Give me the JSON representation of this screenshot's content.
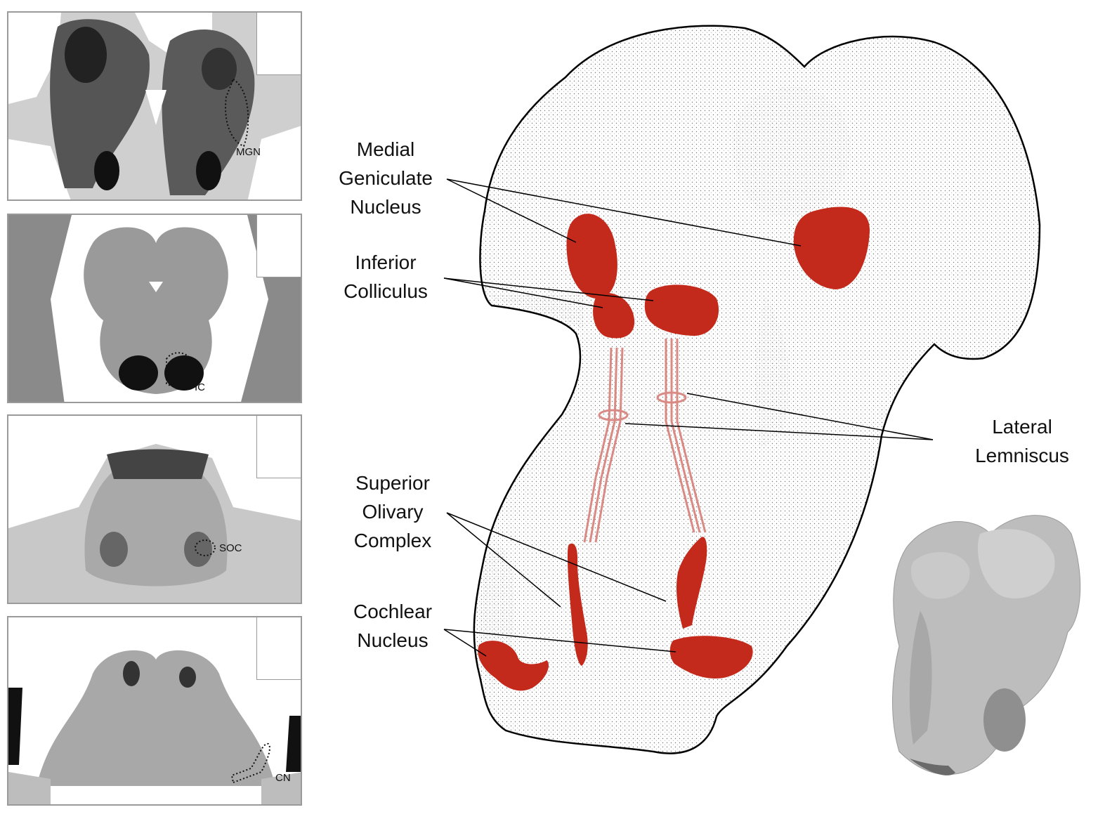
{
  "panels": [
    {
      "tag": "MGN"
    },
    {
      "tag": "IC"
    },
    {
      "tag": "SOC"
    },
    {
      "tag": "CN"
    }
  ],
  "labels": {
    "mgn": [
      "Medial",
      "Geniculate",
      "Nucleus"
    ],
    "ic": [
      "Inferior",
      "Colliculus"
    ],
    "soc": [
      "Superior",
      "Olivary",
      "Complex"
    ],
    "cn": [
      "Cochlear",
      "Nucleus"
    ],
    "ll": [
      "Lateral",
      "Lemniscus"
    ]
  },
  "colors": {
    "nucleus": "#c42a1c",
    "fiber": "#d98a84",
    "outline": "#000000",
    "model": "#bdbdbd"
  }
}
